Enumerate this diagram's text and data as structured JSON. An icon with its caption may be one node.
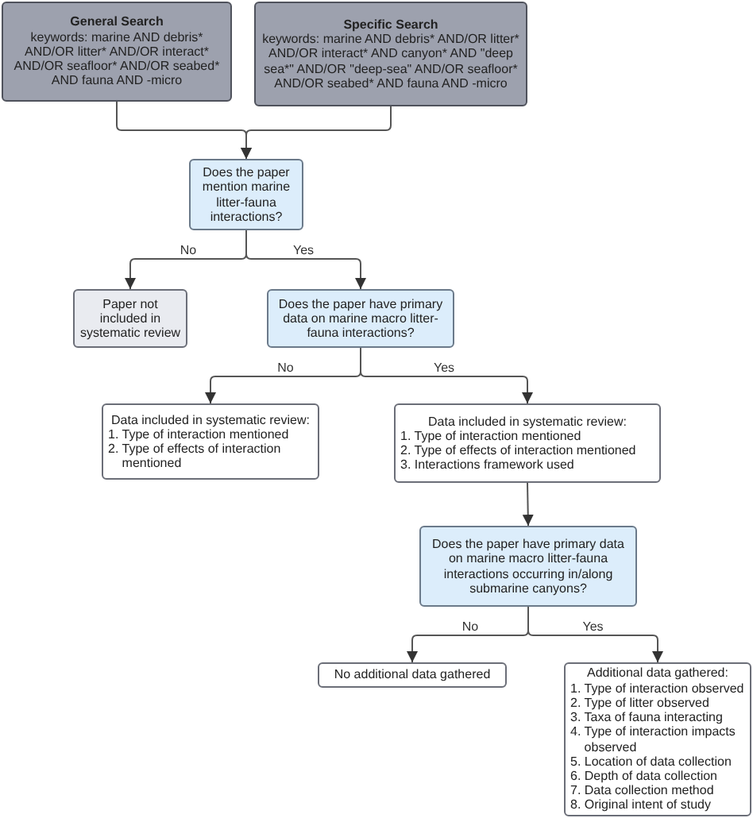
{
  "diagram": {
    "nodes": [
      {
        "text": [
          "General Search",
          "keywords: marine AND debris* AND/OR litter* AND/OR interact* AND/OR seafloor* AND/OR seabed* AND fauna AND -micro"
        ]
      },
      {
        "text": [
          "Specific Search",
          "keywords: marine AND debris* AND/OR litter* AND/OR interact* AND canyon* AND \"deep sea*\" AND/OR \"deep-sea\" AND/OR seafloor* AND/OR seabed* AND fauna AND -micro"
        ]
      },
      {
        "text": [
          "Does the paper mention marine litter-fauna interactions?"
        ]
      },
      {
        "text": [
          "Paper not included in systematic review"
        ]
      },
      {
        "text": [
          "Does the paper have primary data on marine macro litter-fauna interactions?"
        ]
      },
      {
        "text": [
          "Data included in systematic review:",
          "1. Type of interaction mentioned",
          "2. Type of effects of interaction mentioned"
        ]
      },
      {
        "text": [
          "Data included in systematic review:",
          "1. Type of interaction mentioned",
          "2. Type of effects of interaction mentioned",
          "3. Interactions framework used"
        ]
      },
      {
        "text": [
          "Does the paper have primary data on marine macro litter-fauna interactions occurring in/along submarine canyons?"
        ]
      },
      {
        "text": [
          "No additional data gathered"
        ]
      },
      {
        "text": [
          "Additional data gathered:",
          "1. Type of interaction observed",
          "2. Type of litter observed",
          "3. Taxa of fauna interacting",
          "4. Type of interaction impacts observed",
          "5. Location of data collection",
          "6. Depth of data collection",
          "7. Data collection method",
          "8. Original intent of study"
        ]
      }
    ],
    "edges": [
      {
        "from": 0,
        "to": 2,
        "arrow": "to"
      },
      {
        "from": 1,
        "to": 2,
        "arrow": "to"
      },
      {
        "from": 2,
        "to": 3,
        "label": "No",
        "arrow": "to"
      },
      {
        "from": 2,
        "to": 4,
        "label": "Yes",
        "arrow": "to"
      },
      {
        "from": 4,
        "to": 5,
        "label": "No",
        "arrow": "to"
      },
      {
        "from": 4,
        "to": 6,
        "label": "Yes",
        "arrow": "to"
      },
      {
        "from": 6,
        "to": 7,
        "arrow": "to"
      },
      {
        "from": 7,
        "to": 8,
        "label": "No",
        "arrow": "to"
      },
      {
        "from": 7,
        "to": 9,
        "label": "Yes",
        "arrow": "to"
      }
    ]
  }
}
